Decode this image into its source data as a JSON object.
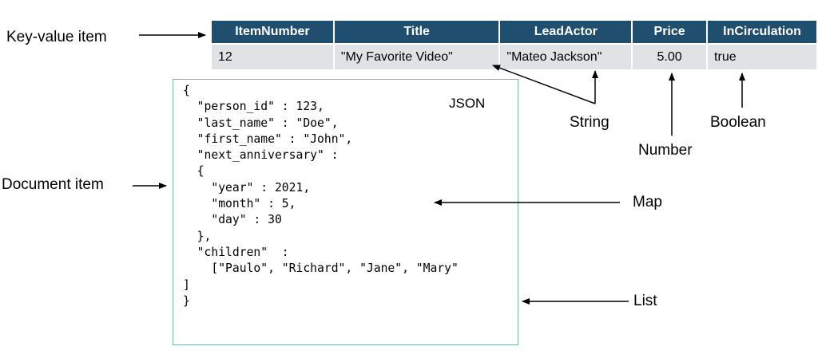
{
  "labels": {
    "key_value_item": "Key-value item",
    "document_item": "Document item",
    "json": "JSON",
    "string": "String",
    "number": "Number",
    "boolean": "Boolean",
    "map": "Map",
    "list": "List"
  },
  "table": {
    "headers": [
      "ItemNumber",
      "Title",
      "LeadActor",
      "Price",
      "InCirculation"
    ],
    "row": [
      "12",
      "\"My Favorite Video\"",
      "\"Mateo Jackson\"",
      "5.00",
      "true"
    ]
  },
  "json_lines": [
    "{",
    "  \"person_id\" : 123,",
    "  \"last_name\" : \"Doe\",",
    "  \"first_name\" : \"John\",",
    "  \"next_anniversary\" :",
    "  {",
    "    \"year\" : 2021,",
    "    \"month\" : 5,",
    "    \"day\" : 30",
    "  },",
    "  \"children\"  :",
    "    [\"Paulo\", \"Richard\", \"Jane\", \"Mary\"",
    "]",
    "}"
  ]
}
